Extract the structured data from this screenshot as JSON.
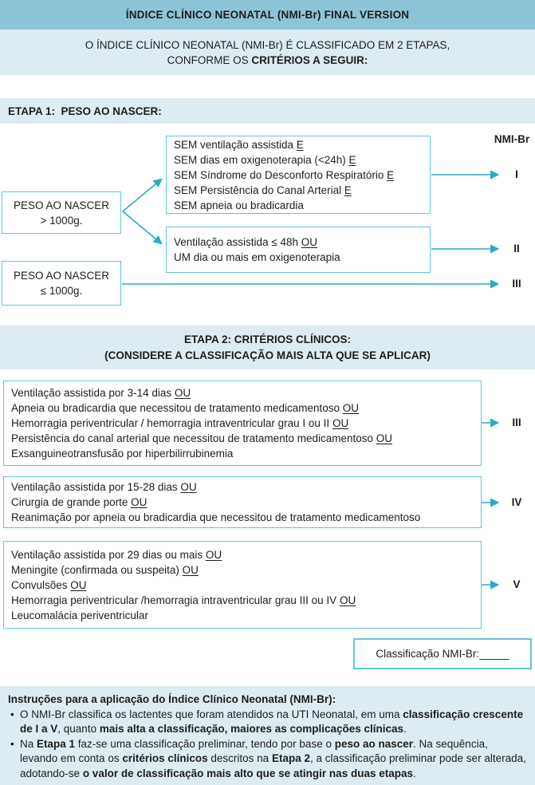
{
  "colors": {
    "header_band": "#8cc5d6",
    "light_band": "#ddecf3",
    "box_border": "#5ec8da",
    "arrow": "#2aabc5",
    "text": "#1d1d1b"
  },
  "header": {
    "title": "ÍNDICE CLÍNICO NEONATAL (NMI-Br) FINAL VERSION",
    "subtitle_lines": [
      [
        {
          "t": "O ÍNDICE CLÍNICO NEONATAL (NMI-Br) É CLASSIFICADO EM 2 ETAPAS,"
        }
      ],
      [
        {
          "t": "CONFORME OS "
        },
        {
          "t": "CRITÉRIOS A SEGUIR:",
          "b": true
        }
      ]
    ]
  },
  "etapa1": {
    "heading": "ETAPA 1:  PESO AO NASCER:",
    "nmi_label": "NMI-Br",
    "weight_boxes": [
      {
        "lines": [
          [
            {
              "t": "PESO AO NASCER"
            }
          ],
          [
            {
              "t": "> 1000g."
            }
          ]
        ]
      },
      {
        "lines": [
          [
            {
              "t": "PESO AO NASCER"
            }
          ],
          [
            {
              "t": "≤ 1000g."
            }
          ]
        ]
      }
    ],
    "criteria_boxes": [
      {
        "lines": [
          [
            {
              "t": "SEM ventilação assistida "
            },
            {
              "t": "E",
              "u": true
            }
          ],
          [
            {
              "t": "SEM dias em oxigenoterapia (<24h) "
            },
            {
              "t": "E",
              "u": true
            }
          ],
          [
            {
              "t": "SEM Síndrome do Desconforto Respiratório "
            },
            {
              "t": "E",
              "u": true
            }
          ],
          [
            {
              "t": "SEM Persistência do Canal Arterial "
            },
            {
              "t": "E",
              "u": true
            }
          ],
          [
            {
              "t": "SEM apneia ou bradicardia"
            }
          ]
        ],
        "result": "I"
      },
      {
        "lines": [
          [
            {
              "t": "Ventilação assistida ≤ 48h "
            },
            {
              "t": "OU",
              "u": true
            }
          ],
          [
            {
              "t": "UM dia ou mais em oxigenoterapia"
            }
          ]
        ],
        "result": "II"
      }
    ],
    "direct_result": "III"
  },
  "etapa2": {
    "heading_lines": [
      [
        {
          "t": "ETAPA 2: CRITÉRIOS CLÍNICOS:",
          "b": true
        }
      ],
      [
        {
          "t": "(CONSIDERE A CLASSIFICAÇÃO MAIS ALTA QUE SE APLICAR)",
          "b": true
        }
      ]
    ],
    "boxes": [
      {
        "lines": [
          [
            {
              "t": "Ventilação assistida por 3-14 dias "
            },
            {
              "t": "OU",
              "u": true
            }
          ],
          [
            {
              "t": "Apneia ou bradicardia que necessitou de tratamento medicamentoso "
            },
            {
              "t": "OU",
              "u": true
            }
          ],
          [
            {
              "t": "Hemorragia periventricular / hemorragia intraventricular grau I ou II "
            },
            {
              "t": "OU",
              "u": true
            }
          ],
          [
            {
              "t": "Persistência do canal arterial que necessitou de tratamento medicamentoso "
            },
            {
              "t": "OU",
              "u": true
            }
          ],
          [
            {
              "t": "Exsanguineotransfusão por hiperbilirrubinemia"
            }
          ]
        ],
        "result": "III"
      },
      {
        "lines": [
          [
            {
              "t": "Ventilação assistida por 15-28 dias "
            },
            {
              "t": "OU",
              "u": true
            }
          ],
          [
            {
              "t": "Cirurgia de grande porte "
            },
            {
              "t": "OU",
              "u": true
            }
          ],
          [
            {
              "t": "Reanimação por apneia ou bradicardia que necessitou de tratamento medicamentoso"
            }
          ]
        ],
        "result": "IV"
      },
      {
        "lines": [
          [
            {
              "t": "Ventilação assistida por 29 dias ou mais "
            },
            {
              "t": "OU",
              "u": true
            }
          ],
          [
            {
              "t": "Meningite (confirmada ou suspeita) "
            },
            {
              "t": "OU",
              "u": true
            }
          ],
          [
            {
              "t": "Convulsões "
            },
            {
              "t": "OU",
              "u": true
            }
          ],
          [
            {
              "t": "Hemorragia periventricular /hemorragia intraventricular grau III ou IV "
            },
            {
              "t": "OU",
              "u": true
            }
          ],
          [
            {
              "t": "Leucomalácia periventricular"
            }
          ]
        ],
        "result": "V"
      }
    ],
    "classification_label": "Classificação NMI-Br:_____"
  },
  "instructions": {
    "title": "Instruções para a aplicação do Índice Clínico Neonatal (NMI-Br):",
    "bullet_char": "•",
    "bullets": [
      [
        {
          "t": "O NMI-Br classifica os lactentes que foram atendidos na UTI Neonatal, em uma "
        },
        {
          "t": "classificação crescente de I a V",
          "b": true
        },
        {
          "t": ", quanto "
        },
        {
          "t": "mais alta a classificação, maiores as complicações clínicas",
          "b": true
        },
        {
          "t": "."
        }
      ],
      [
        {
          "t": "Na "
        },
        {
          "t": "Etapa 1",
          "b": true
        },
        {
          "t": " faz-se uma classificação preliminar, tendo por base o "
        },
        {
          "t": "peso ao nascer",
          "b": true
        },
        {
          "t": ". Na sequência, levando em conta os "
        },
        {
          "t": "critérios clínicos",
          "b": true
        },
        {
          "t": " descritos na "
        },
        {
          "t": "Etapa 2",
          "b": true
        },
        {
          "t": ", a classificação preliminar pode ser alterada, adotando-se "
        },
        {
          "t": "o valor de classificação mais alto que se atingir nas duas etapas",
          "b": true
        },
        {
          "t": "."
        }
      ]
    ]
  }
}
